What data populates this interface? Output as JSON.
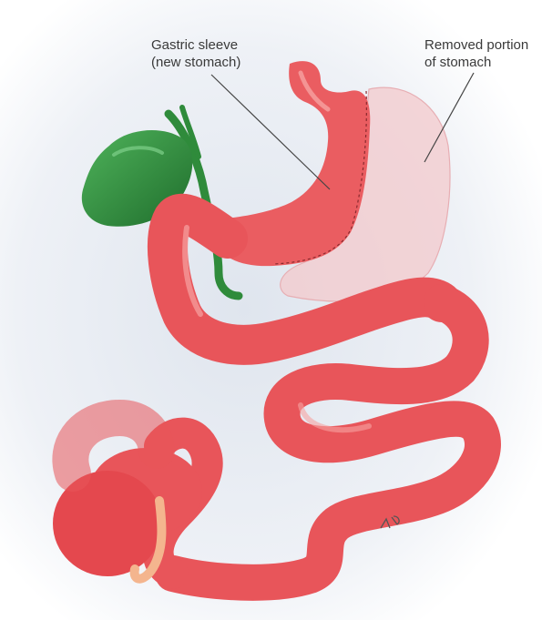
{
  "labels": {
    "gastric_sleeve": {
      "line1": "Gastric sleeve",
      "line2": "(new stomach)"
    },
    "removed_portion": {
      "line1": "Removed portion",
      "line2": "of stomach"
    }
  },
  "colors": {
    "intestine": "#e8555a",
    "intestine_highlight": "#f6a3a1",
    "gallbladder": "#2e8f3e",
    "removed_stomach": "#f3c9cc",
    "background": "#e9edf3",
    "label_text": "#3a3a3a"
  }
}
